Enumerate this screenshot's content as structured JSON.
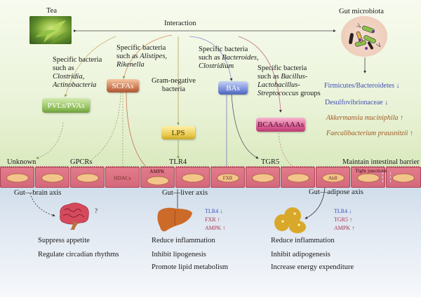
{
  "top": {
    "tea_label": "Tea",
    "interaction_label": "Interaction",
    "gut_microbiota_label": "Gut microbiota"
  },
  "bacteria_notes": {
    "clostridia": {
      "line1": "Specific bacteria",
      "line2": "such as",
      "line3": "Clostridia,",
      "line4": "Actinobacteria"
    },
    "alistipes": {
      "line1": "Specific bacteria",
      "line2a": "such as ",
      "line2b": "Alistipes,",
      "line3": "Rikenella"
    },
    "gram_negative": {
      "line1": "Gram-negative",
      "line2": "bacteria"
    },
    "bacteroides": {
      "line1": "Specific bacteria",
      "line2a": "such as ",
      "line2b": "Bacteroides,",
      "line3": "Clostridium"
    },
    "bacillus": {
      "line1": "Specific bacteria",
      "line2a": "such as ",
      "line2b": "Bacillus-",
      "line3": "Lactobacillus-",
      "line4a": "Streptococcus",
      "line4b": " groups"
    }
  },
  "metabolites": {
    "scfas": "SCFAs",
    "pvls": "PVLs/PVAs",
    "lps": "LPS",
    "bas": "BAs",
    "bcaas": "BCAAs/AAAs"
  },
  "microbiota_changes": [
    {
      "text": "Firmicutes/Bacteroidetes",
      "arrow": "↓",
      "style": "blue"
    },
    {
      "text": "Desulfovibrionaceae",
      "arrow": "↓",
      "style": "blue"
    },
    {
      "text": "Akkermansia muciniphila",
      "arrow": "↑",
      "style": "brown"
    },
    {
      "text": "Faecalibacterium prausnitzii",
      "arrow": "↑",
      "style": "brown"
    }
  ],
  "receptors": {
    "unknown": "Unknown",
    "gpcrs": "GPCRs",
    "tlr4": "TLR4",
    "tgr5": "TGR5",
    "barrier": "Maintain intestinal barrier",
    "tight_junctions": "Tight junctions"
  },
  "cell_labels": {
    "hdacs": "HDACs",
    "ampk": "AMPK",
    "fxr": "FXR",
    "ahr": "AhR"
  },
  "axes": {
    "brain": {
      "label": "Gut—brain axis",
      "question": "?",
      "effects": [
        "Suppress appetite",
        "Regulate circadian rhythms"
      ]
    },
    "liver": {
      "label": "Gut—liver axis",
      "markers": [
        {
          "text": "TLR4",
          "arrow": "↓",
          "style": "blue"
        },
        {
          "text": "FXR",
          "arrow": "↑",
          "style": "red"
        },
        {
          "text": "AMPK",
          "arrow": "↑",
          "style": "red"
        }
      ],
      "effects": [
        "Reduce inflammation",
        "Inhibit lipogenesis",
        "Promote lipid metabolism"
      ]
    },
    "adipose": {
      "label": "Gut—adipose axis",
      "markers": [
        {
          "text": "TLR4",
          "arrow": "↓",
          "style": "blue"
        },
        {
          "text": "TGR5",
          "arrow": "↑",
          "style": "red"
        },
        {
          "text": "AMPK",
          "arrow": "↑",
          "style": "red"
        }
      ],
      "effects": [
        "Reduce inflammation",
        "Inhibit adipogenesis",
        "Increase energy expenditure"
      ]
    }
  },
  "colors": {
    "down_marker": "#3f4fb3",
    "up_marker": "#a8324a",
    "up_bacteria": "#a05a24",
    "epithelium": "#d4687a"
  }
}
